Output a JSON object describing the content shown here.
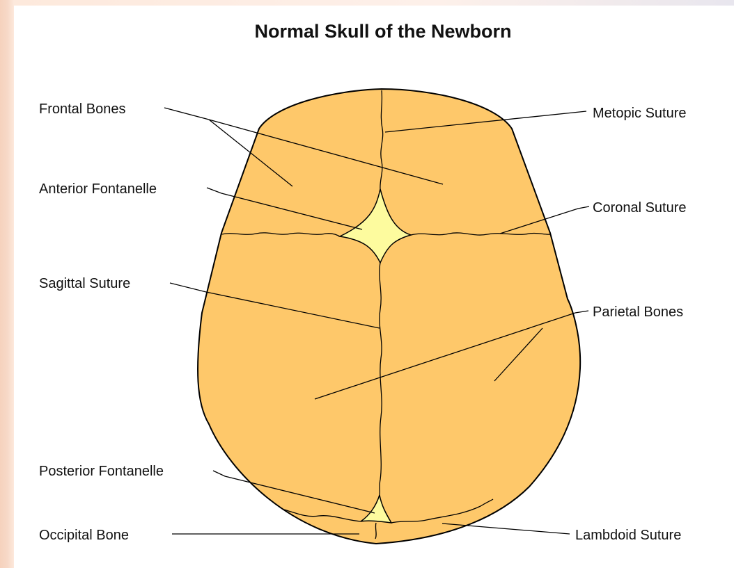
{
  "title": "Normal Skull of the Newborn",
  "labels": {
    "frontal_bones": "Frontal Bones",
    "anterior_fontanelle": "Anterior Fontanelle",
    "sagittal_suture": "Sagittal Suture",
    "posterior_fontanelle": "Posterior Fontanelle",
    "occipital_bone": "Occipital Bone",
    "metopic_suture": "Metopic Suture",
    "coronal_suture": "Coronal Suture",
    "parietal_bones": "Parietal Bones",
    "lambdoid_suture": "Lambdoid Suture"
  },
  "colors": {
    "bone": "#fec86a",
    "fontanelle": "#fdfb9e",
    "outline": "#000000"
  }
}
